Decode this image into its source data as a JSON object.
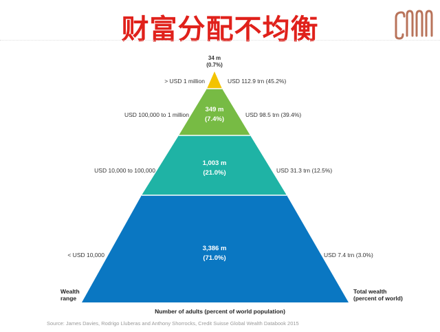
{
  "title": "财富分配不均衡",
  "pyramid": {
    "top_tier": {
      "count": "34 m",
      "share": "(0.7%)",
      "left_label": "> USD 1 million",
      "right_label": "USD 112.9 trn (45.2%)",
      "color": "#f3c300"
    },
    "tier2": {
      "count": "349 m",
      "share": "(7.4%)",
      "left_label": "USD 100,000 to 1 million",
      "right_label": "USD 98.5 trn (39.4%)",
      "color": "#77bb44"
    },
    "tier3": {
      "count": "1,003 m",
      "share": "(21.0%)",
      "left_label": "USD 10,000 to 100,000",
      "right_label": "USD 31.3 trn (12.5%)",
      "color": "#1fb3a5"
    },
    "tier4": {
      "count": "3,386 m",
      "share": "(71.0%)",
      "left_label": "< USD 10,000",
      "right_label": "USD 7.4 trn (3.0%)",
      "color": "#0a77c2"
    }
  },
  "left_axis": {
    "line1": "Wealth",
    "line2": "range"
  },
  "right_axis": {
    "line1": "Total wealth",
    "line2": "(percent of world)"
  },
  "bottom_label": "Number of adults (percent of world population)",
  "source": "Source: James Davies, Rodrigo Lluberas and Anthony Shorrocks, Credit Suisse Global Wealth Databook 2015"
}
